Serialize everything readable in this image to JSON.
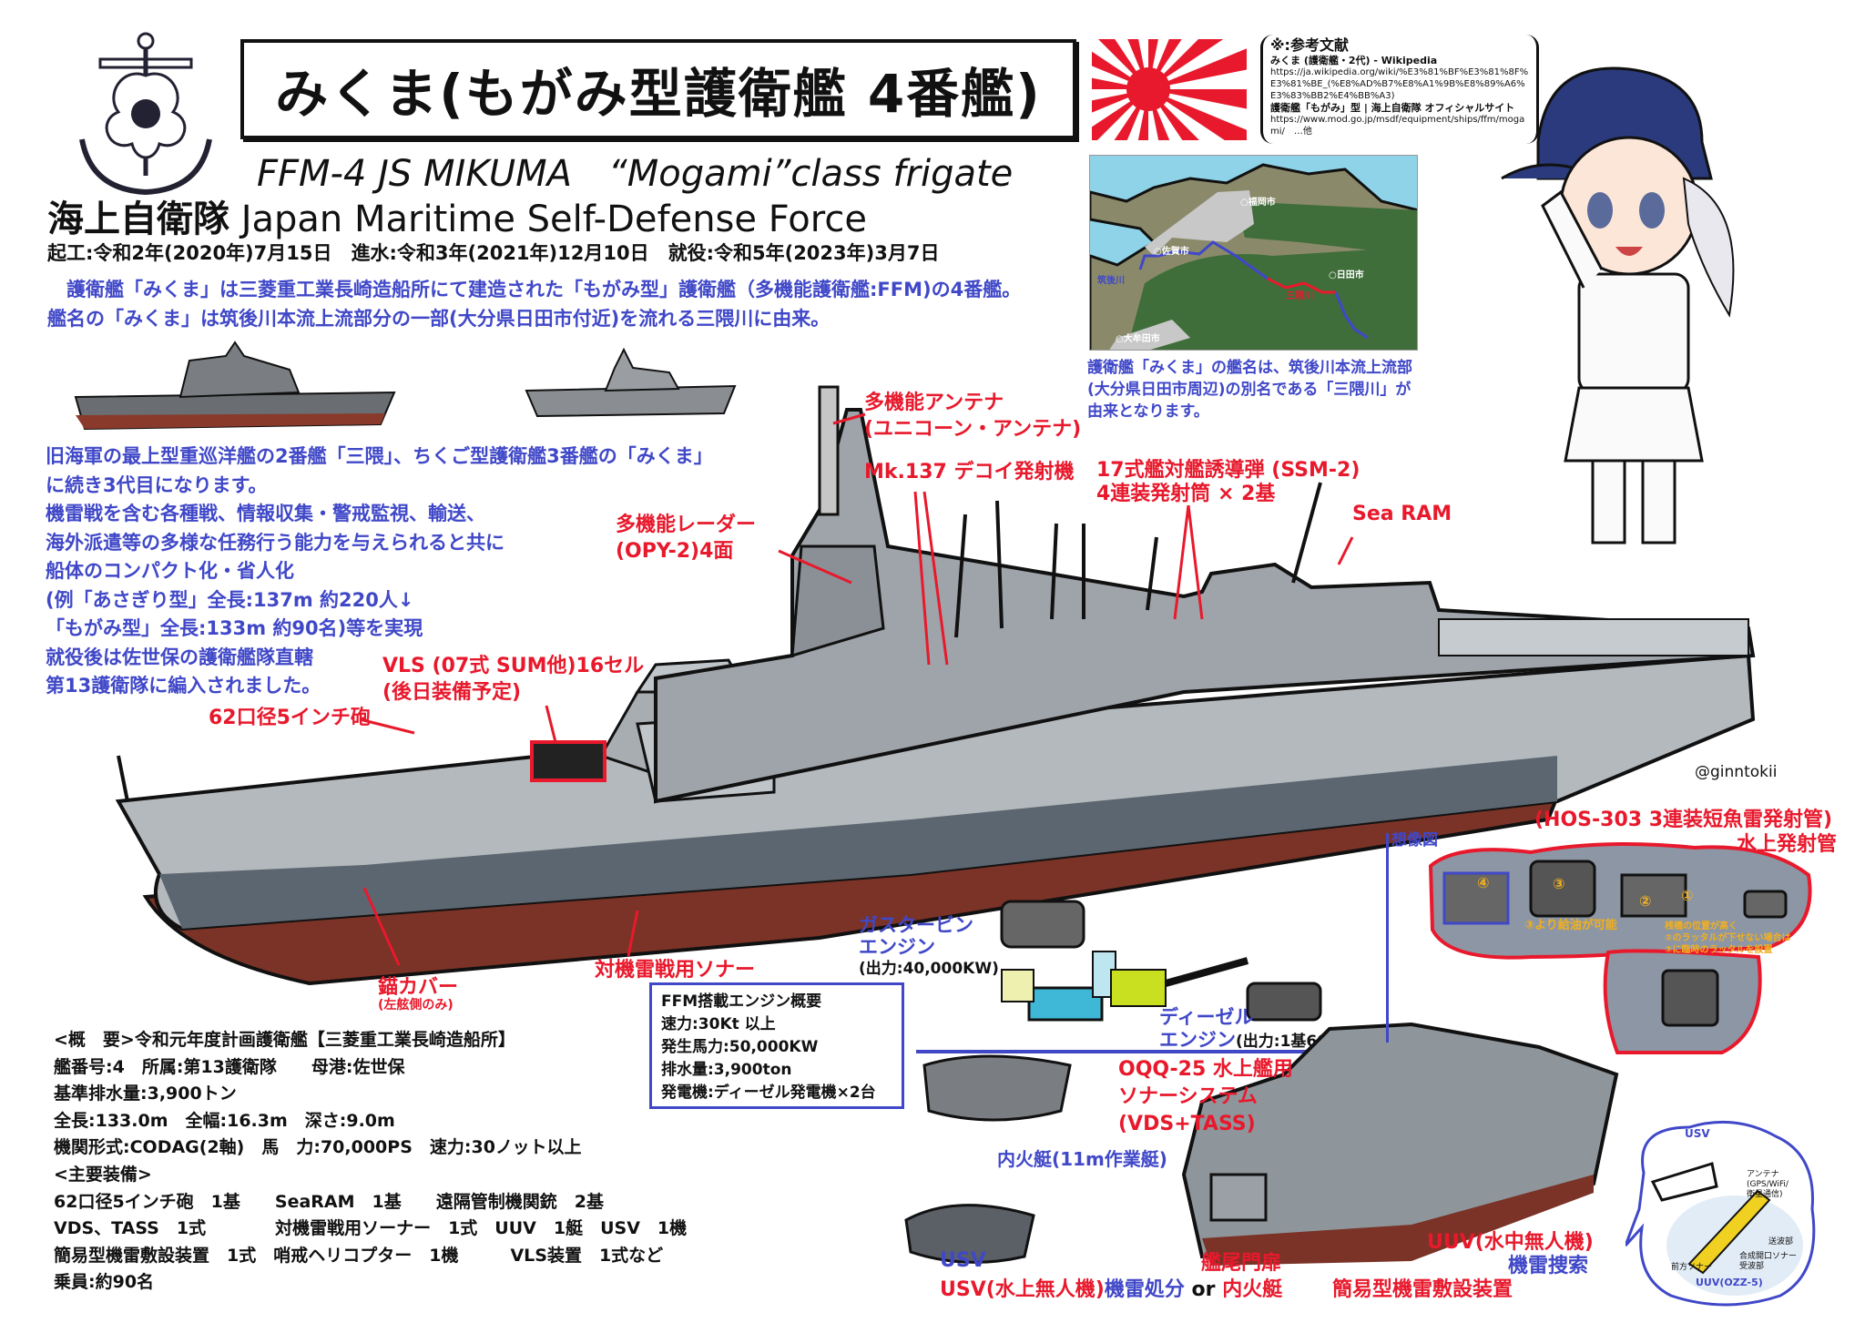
{
  "title": "みくま(もがみ型護衛艦 4番艦)",
  "subtitle_en": "FFM-4 JS  MIKUMA　“Mogami”class frigate",
  "org_jp": "海上自衛隊",
  "org_en": "Japan Maritime Self-Defense Force",
  "dates": "起工:令和2年(2020年)7月15日　進水:令和3年(2021年)12月10日　就役:令和5年(2023年)3月7日",
  "intro": [
    "　護衛艦「みくま」は三菱重工業長崎造船所にて建造された「もがみ型」護衛艦（多機能護衛艦:FFM)の4番艦。",
    "艦名の「みくま」は筑後川本流上流部分の一部(大分県日田市付近)を流れる三隈川に由来。"
  ],
  "references": {
    "heading": "※:参考文献",
    "items": [
      {
        "title": "みくま (護衛艦・2代) - Wikipedia",
        "url": "https://ja.wikipedia.org/wiki/%E3%81%BF%E3%81%8F%E3%81%BE_(%E8%AD%B7%E8%A1%9B%E8%89%A6%E3%83%BB2%E4%BB%A3)"
      },
      {
        "title": "護衛艦「もがみ」型 | 海上自衛隊 オフィシャルサイト",
        "url": "https://www.mod.go.jp/msdf/equipment/ships/ffm/mogami/　…他"
      }
    ]
  },
  "map": {
    "labels": {
      "fukuoka": "○福岡市",
      "saga": "○佐賀市",
      "hita": "○日田市",
      "omuta": "○大牟田市",
      "chikugo": "筑後川",
      "mikuma": "三隈川"
    },
    "caption": "護衛艦「みくま」の艦名は、筑後川本流上流部(大分県日田市周辺)の別名である「三隈川」が由来となります。"
  },
  "history": [
    "旧海軍の最上型重巡洋艦の2番艦「三隈」、ちくご型護衛艦3番艦の「みくま」",
    "に続き3代目になります。",
    "機雷戦を含む各種戦、情報収集・警戒監視、輸送、",
    "海外派遣等の多様な任務行う能力を与えられると共に",
    "船体のコンパクト化・省人化",
    "(例「あさぎり型」全長:137m 約220人↓",
    "「もがみ型」全長:133m 約90名)等を実現",
    "就役後は佐世保の護衛艦隊直轄",
    "第13護衛隊に編入されました。"
  ],
  "callouts": {
    "gun": "62口径5インチ砲",
    "vls": [
      "VLS (07式 SUM他)16セル",
      "(後日装備予定)"
    ],
    "radar": [
      "多機能レーダー",
      "(OPY-2)4面"
    ],
    "antenna": [
      "多機能アンテナ",
      "(ユニコーン・アンテナ)"
    ],
    "decoy": "Mk.137 デコイ発射機",
    "ssm": [
      "17式艦対艦誘導弾 (SSM-2)",
      "4連装発射筒 × 2基"
    ],
    "searam": "Sea RAM",
    "anchor": [
      "錨カバー",
      "(左舷側のみ)"
    ],
    "sonar": "対機雷戦用ソナー",
    "gasturbine": [
      "ガスタービン",
      "エンジン",
      "(出力:40,000KW)"
    ],
    "diesel": [
      "ディーゼル",
      "エンジン",
      "(出力:1基6000KW)"
    ],
    "oqq": [
      "OQQ-25 水上艦用",
      "ソナーシステム",
      "(VDS+TASS)"
    ],
    "boat": "内火艇(11m作業艇)",
    "usv": "USV",
    "usv_line": [
      "USV(水上無人機)",
      "機雷処分",
      "or",
      "内火艇"
    ],
    "sterngate": "艦尾門扉",
    "minelayer": "簡易型機雷敷設装置",
    "uuv": [
      "UUV(水中無人機)",
      "機雷捜索"
    ],
    "torpedo": [
      "(HOS-303 3連装短魚雷発射管)",
      "水上発射管"
    ],
    "imagine": "想像図",
    "inset_notes": [
      "③より給油が可能",
      "桟橋の位置が高く",
      "②のラッタルが下せない場合は",
      "③に臨時のラッタルを設置"
    ],
    "circled": [
      "①",
      "②",
      "③",
      "④"
    ]
  },
  "uuv_bubble": {
    "usv": "USV",
    "antenna": [
      "アンテナ",
      "(GPS/WiFi/",
      "衛星通信)"
    ],
    "tx": "送波部",
    "synthetic": [
      "合成開口ソナー",
      "受波部"
    ],
    "forward": "前方ソナー",
    "uuv": "UUV(OZZ-5)"
  },
  "signature": "@ginntokii",
  "engine_box": [
    "FFM搭載エンジン概要",
    "速力:30Kt 以上",
    "発生馬力:50,000KW",
    "排水量:3,900ton",
    "発電機:ディーゼル発電機×2台"
  ],
  "overview": [
    "<概　要>令和元年度計画護衛艦【三菱重工業長崎造船所】",
    "艦番号:4　所属:第13護衛隊　　母港:佐世保",
    "基準排水量:3,900トン",
    "全長:133.0m　全幅:16.3m　深さ:9.0m",
    "機関形式:CODAG(2軸)　馬　力:70,000PS　速力:30ノット以上",
    "<主要装備>",
    "62口径5インチ砲　1基　　SeaRAM　1基　　遠隔管制機関銃　2基",
    "VDS、TASS　1式　　　　対機雷戦用ソーナー　1式　UUV　1艇　USV　1機",
    "簡易型機雷敷設装置　1式　哨戒ヘリコプター　1機　　　VLS装置　1式など",
    "乗員:約90名"
  ],
  "colors": {
    "blue_text": "#4048c8",
    "red_text": "#e8192c",
    "hull_grey": "#b4b9bd",
    "hull_red": "#7a3326",
    "sea_blue": "#8fd3e8",
    "land_green": "#3f6e3a"
  }
}
